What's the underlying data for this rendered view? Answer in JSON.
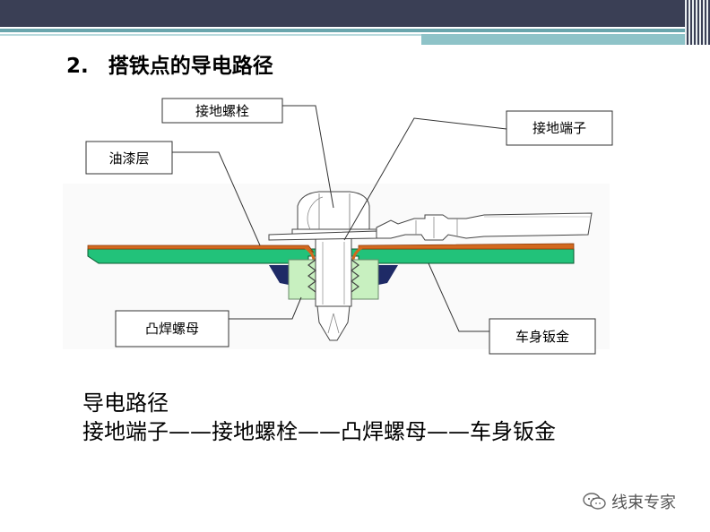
{
  "slide": {
    "heading_number": "2.",
    "heading_text": "搭铁点的导电路径"
  },
  "labels": {
    "ground_bolt": "接地螺栓",
    "ground_terminal": "接地端子",
    "paint_layer": "油漆层",
    "weld_nut": "凸焊螺母",
    "body_sheet_metal": "车身钣金"
  },
  "conduction_path": {
    "title": "导电路径",
    "text": "接地端子——接地螺栓——凸焊螺母——车身钣金"
  },
  "watermark": {
    "text": "线束专家",
    "icon": "wechat-icon"
  },
  "colors": {
    "sheet_green": "#22c27a",
    "paint_orange": "#d2691e",
    "sealant_navy": "#1e2a66",
    "nut_green": "#c8f0c0",
    "header_dark": "#3a3f55",
    "header_teal": "#6aa6ad"
  }
}
